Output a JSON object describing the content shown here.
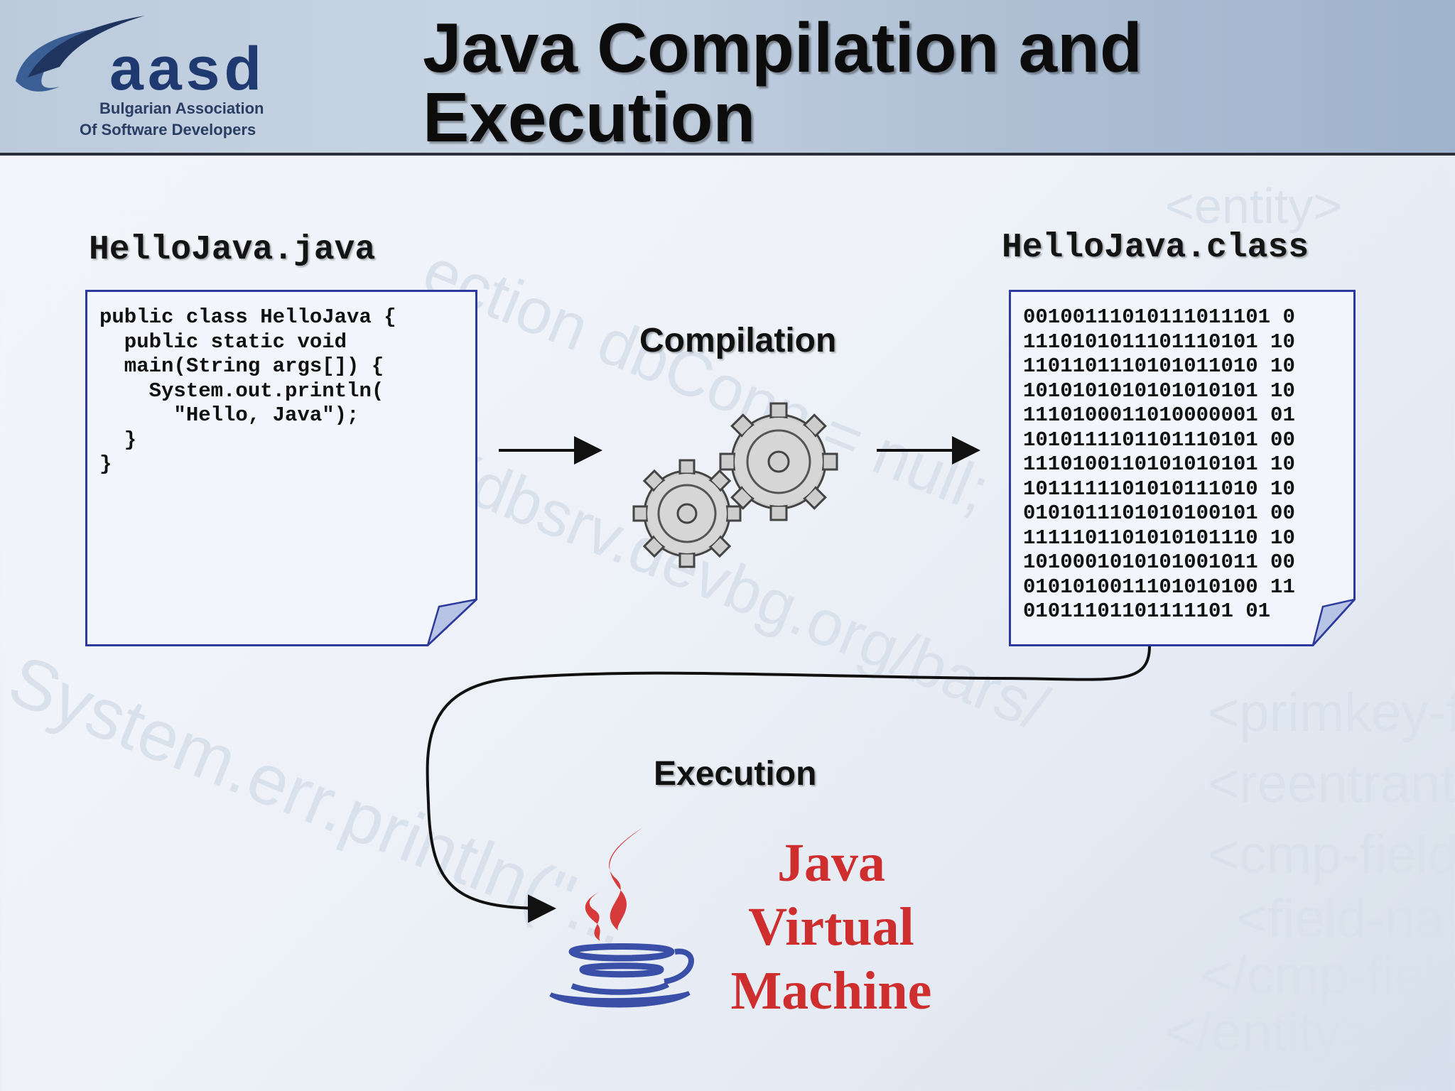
{
  "slide": {
    "title_line1": "Java Compilation and",
    "title_line2": "Execution"
  },
  "logo": {
    "letters": "aasd",
    "subtitle_line1": "Bulgarian Association",
    "subtitle_line2": "Of Software Developers"
  },
  "source_file": {
    "label": "HelloJava.java",
    "code_lines": [
      "public class HelloJava {",
      "",
      "  public static void",
      "  main(String args[]) {",
      "",
      "    System.out.println(",
      "      \"Hello, Java\");",
      "  }",
      "",
      "}"
    ]
  },
  "class_file": {
    "label": "HelloJava.class",
    "binary_lines": [
      "00100111010111011101 0",
      "1110101011101110101 10",
      "1101101110101011010 10",
      "1010101010101010101 10",
      "1110100011010000001 01",
      "1010111101101110101 00",
      "1110100110101010101 10",
      "1011111101010111010 10",
      "0101011101010100101 00",
      "1111101101010101110 10",
      "1010001010101001011 00",
      "0101010011101010100 11",
      "01011101101111101 01"
    ]
  },
  "steps": {
    "compilation": "Compilation",
    "execution": "Execution"
  },
  "jvm": {
    "line1": "Java",
    "line2": "Virtual",
    "line3": "Machine"
  },
  "colors": {
    "doc_border": "#2b3a9c",
    "doc_fill": "#f2f5fb",
    "jvm_red": "#cf2e2e",
    "java_blue": "#3a4fa8",
    "header_rule": "#2b2f3a"
  }
}
